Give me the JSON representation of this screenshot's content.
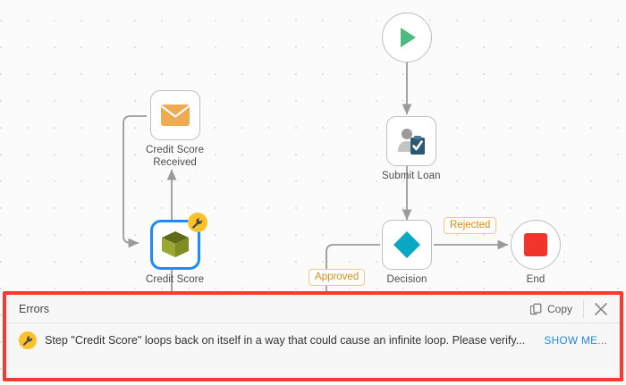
{
  "canvas": {
    "nodes": [
      {
        "id": "start",
        "label": "",
        "icon": "play-icon",
        "shape": "circle"
      },
      {
        "id": "submit-loan",
        "label": "Submit Loan",
        "icon": "user-task-icon",
        "shape": "task"
      },
      {
        "id": "decision",
        "label": "Decision",
        "icon": "diamond-icon",
        "shape": "task"
      },
      {
        "id": "end",
        "label": "End",
        "icon": "stop-icon",
        "shape": "circle"
      },
      {
        "id": "credit-score",
        "label": "Credit Score",
        "icon": "package-icon",
        "shape": "task",
        "selected": true,
        "badge": "wrench-icon"
      },
      {
        "id": "credit-score-received",
        "label": "Credit Score\nReceived",
        "icon": "envelope-icon",
        "shape": "task"
      }
    ],
    "edge_labels": [
      {
        "id": "approved",
        "text": "Approved"
      },
      {
        "id": "rejected",
        "text": "Rejected"
      }
    ]
  },
  "errors_panel": {
    "title": "Errors",
    "copy_label": "Copy",
    "copy_icon": "copy-icon",
    "close_icon": "close-icon",
    "items": [
      {
        "icon": "wrench-icon",
        "message": "Step \"Credit Score\" loops back on itself in a way that could cause an infinite loop. Please verify...",
        "action_label": "SHOW ME..."
      }
    ]
  },
  "colors": {
    "error_border": "#f93a2f",
    "selection": "#1a8cff",
    "badge": "#fdc12a",
    "link": "#1e8ae0",
    "edge_label_text": "#d98c16",
    "start_green": "#4cbb7f",
    "end_red": "#f0362c",
    "decision_teal": "#08a8c4",
    "envelope_orange": "#eeab52",
    "package_olive": "#8c9a2b"
  }
}
